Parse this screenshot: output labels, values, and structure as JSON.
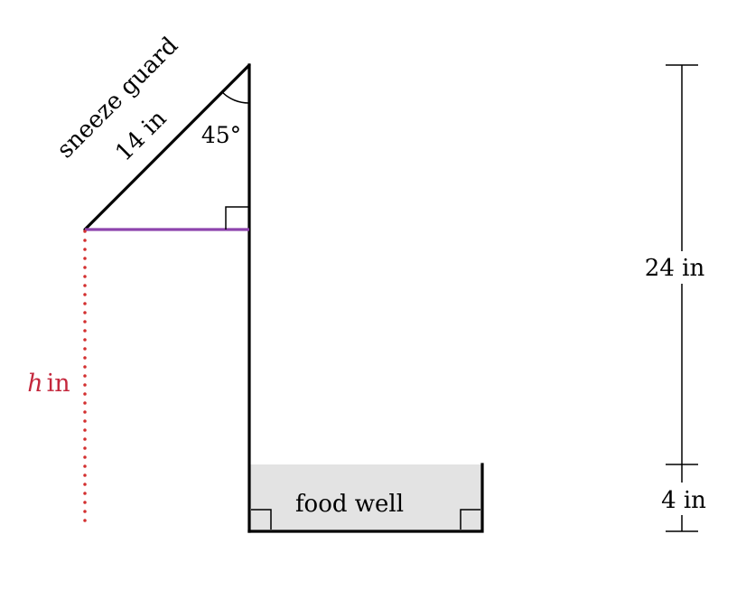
{
  "labels": {
    "sneeze_guard": "sneeze guard",
    "guard_length": "14 in",
    "angle": "45°",
    "food_well": "food well",
    "height_total": "24 in",
    "well_depth": "4 in",
    "h_var": "h",
    "h_unit": "in"
  },
  "colors": {
    "line": "#000000",
    "horizontal_segment": "#8e44ad",
    "h_dotted": "#d32f2f",
    "h_label": "#c4273c",
    "food_well_fill": "#e3e3e3"
  }
}
